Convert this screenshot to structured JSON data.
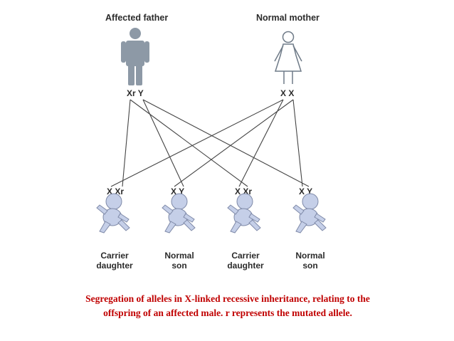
{
  "father": {
    "label": "Affected father",
    "genotype": "Xr Y"
  },
  "mother": {
    "label": "Normal mother",
    "genotype": "X X"
  },
  "children": [
    {
      "genotype": "X Xr",
      "line1": "Carrier",
      "line2": "daughter"
    },
    {
      "genotype": "X Y",
      "line1": "Normal",
      "line2": "son"
    },
    {
      "genotype": "X Xr",
      "line1": "Carrier",
      "line2": "daughter"
    },
    {
      "genotype": "X Y",
      "line1": "Normal",
      "line2": "son"
    }
  ],
  "caption": {
    "line1": "Segregation of alleles in X-linked recessive inheritance, relating to the",
    "line2": "offspring of an affected male. r represents the mutated allele."
  },
  "colors": {
    "father_figure": "#8d99a6",
    "mother_figure_stroke": "#6f7b88",
    "baby_fill": "#c5cfe8",
    "baby_stroke": "#7f8aa8",
    "lines": "#444444",
    "caption": "#c00000"
  },
  "icons": {
    "father": "male-person-icon",
    "mother": "female-person-icon",
    "child": "baby-icon"
  }
}
